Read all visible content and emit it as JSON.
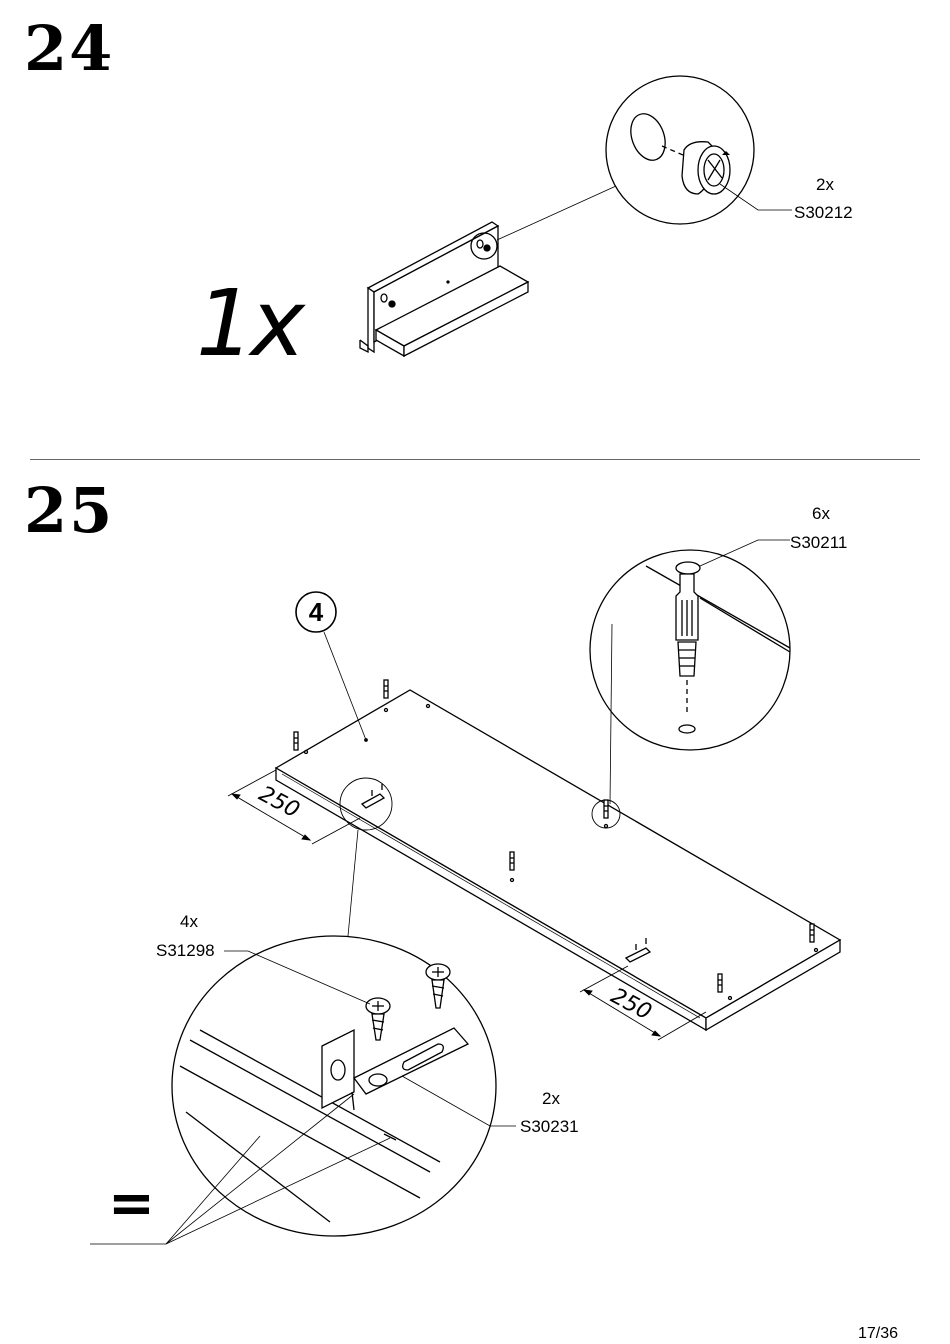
{
  "steps": [
    {
      "number": "24",
      "quantity": "1x",
      "parts": [
        {
          "count": "2x",
          "code": "S30212"
        }
      ]
    },
    {
      "number": "25",
      "part_marker": "4",
      "dimensions": [
        "250",
        "250"
      ],
      "parts": [
        {
          "count": "6x",
          "code": "S30211"
        },
        {
          "count": "4x",
          "code": "S31298"
        },
        {
          "count": "2x",
          "code": "S30231"
        }
      ],
      "equals_symbol": "="
    }
  ],
  "footer": {
    "page": "17/36"
  },
  "icons": [
    "cam-lock-icon",
    "dowel-icon",
    "screw-icon",
    "bracket-icon"
  ]
}
